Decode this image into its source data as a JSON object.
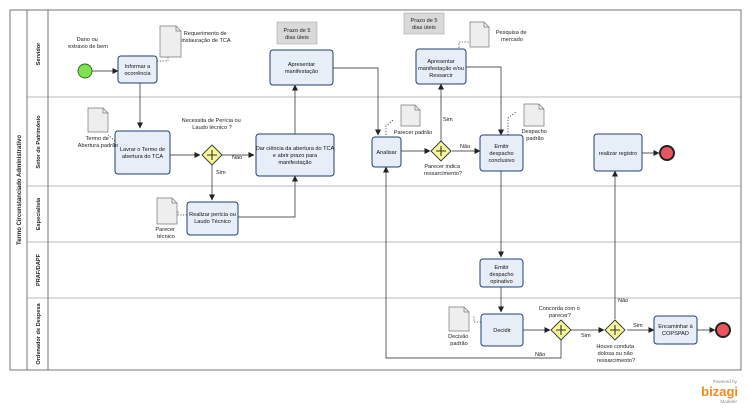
{
  "pool": {
    "name": "Termo Circunstanciado Administrativo"
  },
  "lanes": [
    {
      "name": "Servidor"
    },
    {
      "name": "Setor de Patrimônio"
    },
    {
      "name": "Especialista"
    },
    {
      "name": "PRAF/DAPF"
    },
    {
      "name": "Ordenador de Despesa"
    }
  ],
  "events": {
    "start_label": [
      "Dano ou",
      "extravio de bem"
    ]
  },
  "tasks": {
    "informar": [
      "Informar a",
      "ocorrência"
    ],
    "lavrar": [
      "Lavrar o Termo de",
      "abertura do TCA"
    ],
    "dar_ciencia": [
      "Dar ciência da abertura do TCA",
      "e abrir prazo para",
      "manifestação"
    ],
    "apresentar_manifestacao": [
      "Apresentar",
      "manifestação"
    ],
    "realizar_pericia": [
      "Realizar perícia ou",
      "Laudo Técnico"
    ],
    "analisar": [
      "Analisar"
    ],
    "apresentar_ressarcir": [
      "Apresentar",
      "manifestação e/ou",
      "Ressarcir"
    ],
    "emitir_conclusivo": [
      "Emitir",
      "despacho",
      "conclusivo"
    ],
    "realizar_registro": [
      "realizar registro"
    ],
    "emitir_opinativo": [
      "Emitir",
      "despacho",
      "opinativo"
    ],
    "decidir": [
      "Decidir"
    ],
    "encaminhar_copspad": [
      "Encaminhar à",
      "COPSPAD"
    ]
  },
  "gateways": {
    "pericia": [
      "Necessita de Perícia ou",
      "Laudo técnico ?"
    ],
    "ressarcimento": [
      "Parecer indica",
      "ressarcimento?"
    ],
    "concorda": [
      "Concorda com o",
      "parecer?"
    ],
    "dolosa": [
      "Houve conduta",
      "dolosa ou não",
      "ressarcimento?"
    ]
  },
  "flow_labels": {
    "nao_pericia": "Não",
    "sim_pericia": "Sim",
    "sim_ressarc": "Sim",
    "nao_ressarc": "Não",
    "sim_concorda": "Sim",
    "nao_concorda": "Não",
    "sim_dolosa": "Sim",
    "nao_dolosa": "Não"
  },
  "artifacts": {
    "req_instauracao": [
      "Requerimento de",
      "instauração de TCA"
    ],
    "termo_abertura": [
      "Termo de",
      "Abertura padrão"
    ],
    "parecer_tecnico": [
      "Parecer",
      "técnico"
    ],
    "parecer_padrao": [
      "Parecer padrão"
    ],
    "pesquisa_mercado": [
      "Pesquisa de",
      "mercado"
    ],
    "despacho_padrao": [
      "Despacho",
      "padrão"
    ],
    "decisao_padrao": [
      "Decisão",
      "padrão"
    ],
    "prazo_1": [
      "Prazo de 5",
      "dias úteis"
    ],
    "prazo_2": [
      "Prazo de 5",
      "dias úteis"
    ]
  },
  "branding": {
    "powered_by": "Powered by",
    "name": "bizagi",
    "edition": "Modeler"
  },
  "colors": {
    "task_fill": "#e8eef8",
    "task_stroke": "#1f3f73",
    "gateway_fill": "#f7f79a",
    "start_fill": "#7fe34f",
    "end_fill": "#e8555f",
    "annotation_fill": "#d9d9d9",
    "brand_orange": "#f08a1c"
  }
}
